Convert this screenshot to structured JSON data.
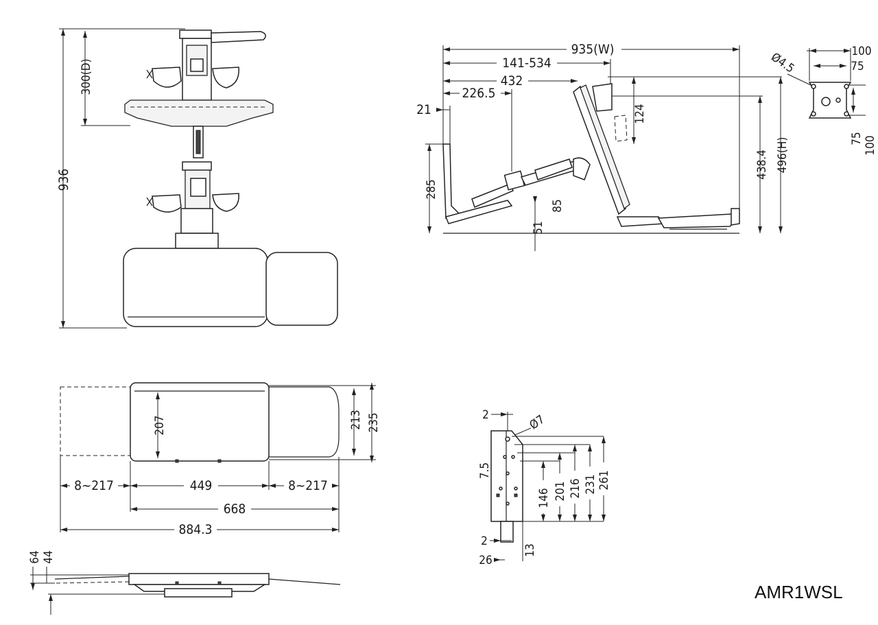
{
  "model": "AMR1WSL",
  "top_view": {
    "height_total": "936",
    "depth": "300(D)"
  },
  "side_view": {
    "width_total": "935(W)",
    "reach_range": "141-534",
    "reach_432": "432",
    "reach_226": "226.5",
    "offset_21": "21",
    "vert_124": "124",
    "height_438": "438.4",
    "height_total": "496(H)",
    "post_285": "285",
    "base_85": "85",
    "base_51": "51"
  },
  "vesa": {
    "outer_w": "100",
    "inner_w": "75",
    "hole": "Ø4.5",
    "inner_h": "75",
    "outer_h": "100"
  },
  "keyboard_view": {
    "depth_207": "207",
    "depth_213": "213",
    "depth_235": "235",
    "ext_left": "8~217",
    "tray_449": "449",
    "ext_right": "8~217",
    "tray_668": "668",
    "total_884": "884.3"
  },
  "thin_view": {
    "t64": "64",
    "t44": "44"
  },
  "clamp": {
    "c2_top": "2",
    "hole": "Ø7",
    "c75": "7.5",
    "c146": "146",
    "c201": "201",
    "c216": "216",
    "c231": "231",
    "c261": "261",
    "c2_bot": "2",
    "c13": "13",
    "c26": "26"
  }
}
